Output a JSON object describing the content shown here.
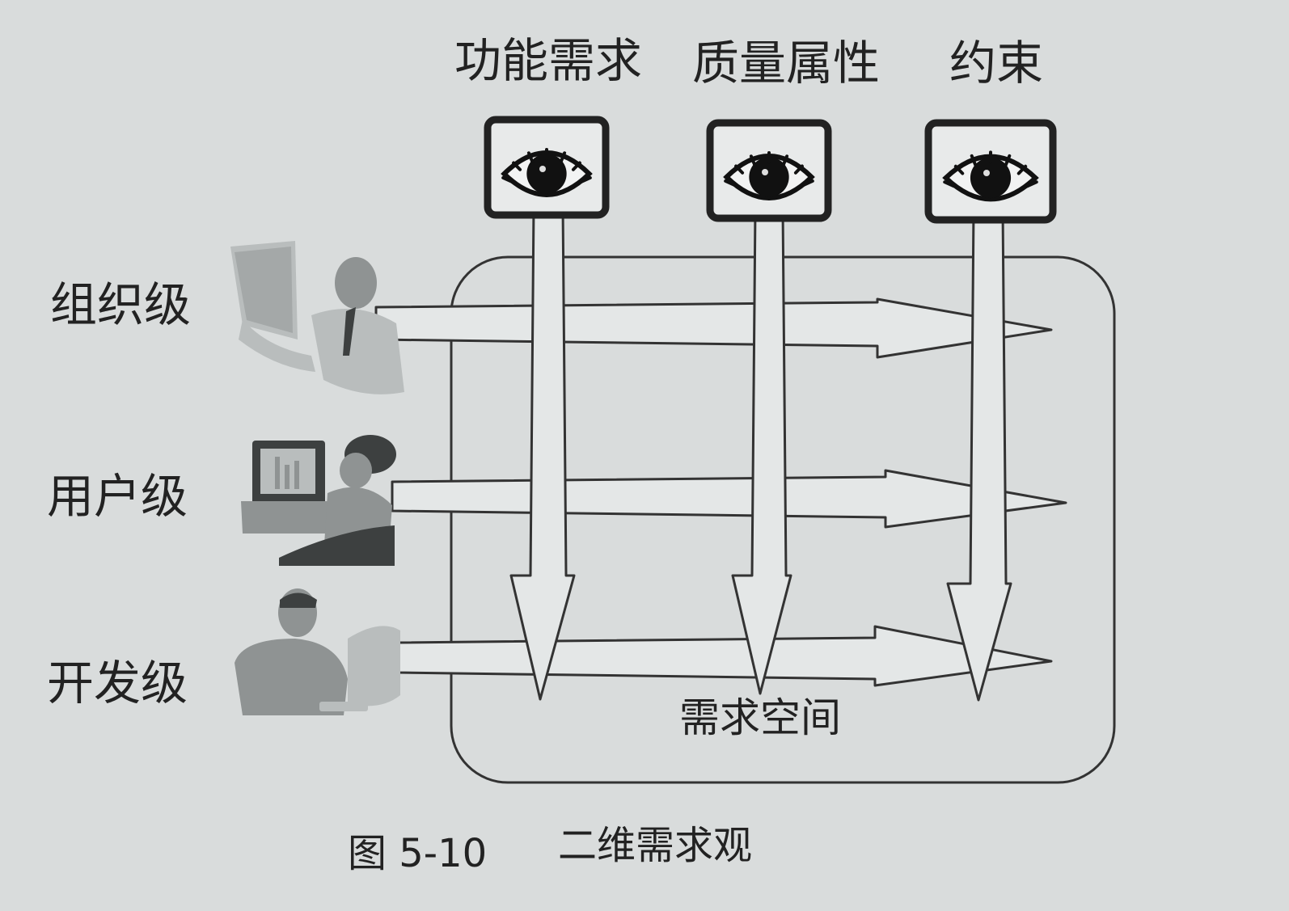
{
  "dimensions": [
    "功能需求",
    "质量属性",
    "约束"
  ],
  "levels": [
    "组织级",
    "用户级",
    "开发级"
  ],
  "space_label": "需求空间",
  "caption": {
    "number": "图 5-10",
    "title": "二维需求观"
  },
  "icons": [
    "eye-icon",
    "eye-icon",
    "eye-icon",
    "manager-icon",
    "user-at-computer-icon",
    "developer-icon"
  ]
}
